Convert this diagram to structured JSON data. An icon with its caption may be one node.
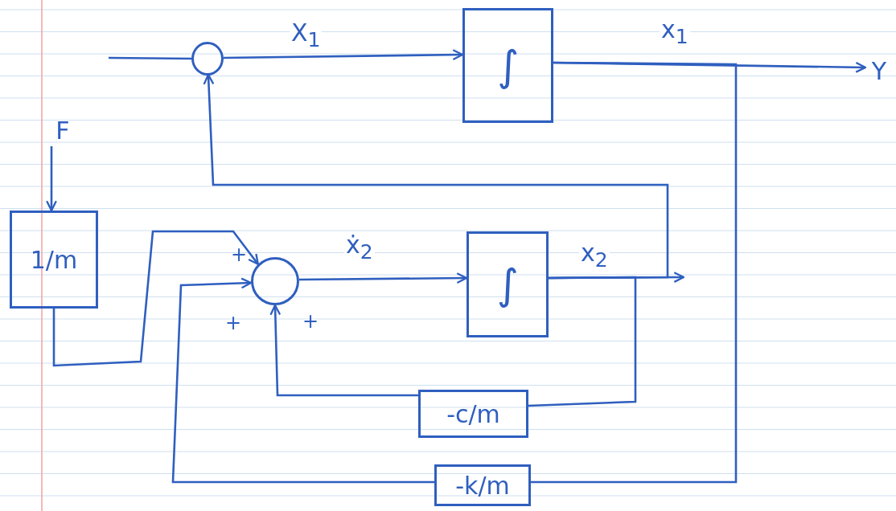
{
  "diagram": {
    "nodes": [
      {
        "text": [],
        "shape": "circle"
      },
      {
        "text": [
          "∫"
        ]
      },
      {
        "text": [
          "Y"
        ]
      },
      {
        "text": [
          "F"
        ]
      },
      {
        "text": [
          "1/m"
        ]
      },
      {
        "text": [],
        "shape": "circle"
      },
      {
        "text": [
          "∫"
        ]
      },
      {
        "text": [
          "-c/m"
        ]
      },
      {
        "text": [
          "-k/m"
        ]
      }
    ],
    "edges": [
      {
        "from": null,
        "to": 0,
        "arrow": "none"
      },
      {
        "from": 0,
        "to": 1,
        "arrow": "to",
        "label": "X$_{1}$"
      },
      {
        "from": 1,
        "to": 2,
        "arrow": "to",
        "label": "x$_{1}$"
      },
      {
        "from": 1,
        "to": 8,
        "arrow": "none"
      },
      {
        "from": 8,
        "to": 5,
        "arrow": "to"
      },
      {
        "from": 6,
        "to": 0,
        "arrow": "to"
      },
      {
        "from": 6,
        "to": 7,
        "arrow": "none"
      },
      {
        "from": 7,
        "to": 5,
        "arrow": "to"
      },
      {
        "from": 5,
        "to": 6,
        "arrow": "to",
        "label": "ẋ$_{2}$"
      },
      {
        "from": 6,
        "to": null,
        "arrow": "to",
        "label": "x$_{2}$"
      },
      {
        "from": 3,
        "to": 4,
        "arrow": "to"
      },
      {
        "from": 4,
        "to": 5,
        "arrow": "to"
      }
    ],
    "labels": [
      "+",
      "+",
      "+"
    ]
  }
}
